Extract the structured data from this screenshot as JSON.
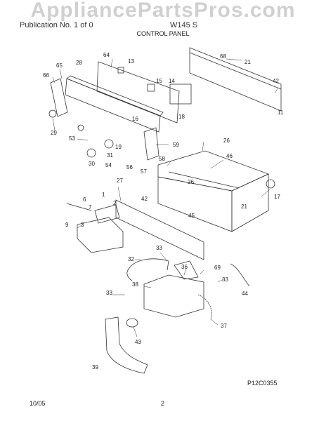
{
  "watermark": "AppliancePartsPros.com",
  "header_left": "Publication No. 1 of 0",
  "header_model": "W145 S",
  "section_title": "CONTROL PANEL",
  "footer_date": "10/05",
  "footer_page": "2",
  "figure_code": "P12C0355",
  "callouts": [
    {
      "id": "c68",
      "text": "68"
    },
    {
      "id": "c21a",
      "text": "21"
    },
    {
      "id": "c42a",
      "text": "42"
    },
    {
      "id": "c11",
      "text": "11"
    },
    {
      "id": "c64",
      "text": "64"
    },
    {
      "id": "c13",
      "text": "13"
    },
    {
      "id": "c15",
      "text": "15"
    },
    {
      "id": "c14",
      "text": "14"
    },
    {
      "id": "c65",
      "text": "65"
    },
    {
      "id": "c28",
      "text": "28"
    },
    {
      "id": "c66",
      "text": "66"
    },
    {
      "id": "c29",
      "text": "29"
    },
    {
      "id": "c16",
      "text": "16"
    },
    {
      "id": "c18",
      "text": "18"
    },
    {
      "id": "c53",
      "text": "53"
    },
    {
      "id": "c19",
      "text": "19"
    },
    {
      "id": "c59",
      "text": "59"
    },
    {
      "id": "c26",
      "text": "26"
    },
    {
      "id": "c46",
      "text": "46"
    },
    {
      "id": "c31",
      "text": "31"
    },
    {
      "id": "c30",
      "text": "30"
    },
    {
      "id": "c54",
      "text": "54"
    },
    {
      "id": "c58",
      "text": "58"
    },
    {
      "id": "c56",
      "text": "56"
    },
    {
      "id": "c57",
      "text": "57"
    },
    {
      "id": "c27",
      "text": "27"
    },
    {
      "id": "c17",
      "text": "17"
    },
    {
      "id": "c1",
      "text": "1"
    },
    {
      "id": "c6",
      "text": "6"
    },
    {
      "id": "c7",
      "text": "7"
    },
    {
      "id": "c2",
      "text": "2"
    },
    {
      "id": "c42b",
      "text": "42"
    },
    {
      "id": "c26b",
      "text": "26"
    },
    {
      "id": "c21b",
      "text": "21"
    },
    {
      "id": "c45",
      "text": "45"
    },
    {
      "id": "c9",
      "text": "9"
    },
    {
      "id": "c3",
      "text": "3"
    },
    {
      "id": "c33a",
      "text": "33"
    },
    {
      "id": "c32",
      "text": "32"
    },
    {
      "id": "c36",
      "text": "36"
    },
    {
      "id": "c69",
      "text": "69"
    },
    {
      "id": "c33b",
      "text": "33"
    },
    {
      "id": "c38",
      "text": "38"
    },
    {
      "id": "c44",
      "text": "44"
    },
    {
      "id": "c33c",
      "text": "33"
    },
    {
      "id": "c37",
      "text": "37"
    },
    {
      "id": "c43",
      "text": "43"
    },
    {
      "id": "c39",
      "text": "39"
    }
  ]
}
